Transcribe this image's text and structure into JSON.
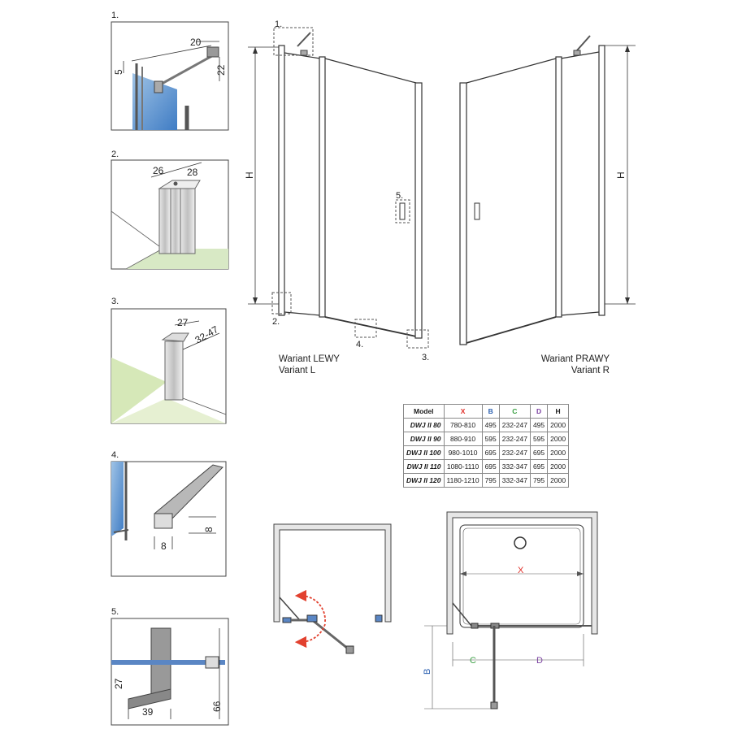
{
  "details": [
    {
      "number": "1.",
      "dims": [
        "20",
        "5",
        "22"
      ]
    },
    {
      "number": "2.",
      "dims": [
        "26",
        "28"
      ]
    },
    {
      "number": "3.",
      "dims": [
        "27",
        "32-47"
      ]
    },
    {
      "number": "4.",
      "dims": [
        "8",
        "8"
      ]
    },
    {
      "number": "5.",
      "dims": [
        "27",
        "39",
        "66"
      ]
    }
  ],
  "elevation": {
    "height_label": "H",
    "callouts": [
      "1.",
      "2.",
      "3.",
      "4.",
      "5."
    ],
    "variant_left": {
      "line1": "Wariant LEWY",
      "line2": "Variant L"
    },
    "variant_right": {
      "line1": "Wariant PRAWY",
      "line2": "Variant R"
    }
  },
  "table": {
    "headers": [
      "Model",
      "X",
      "B",
      "C",
      "D",
      "H"
    ],
    "header_colors": {
      "X": "#e0302a",
      "B": "#2a5fb0",
      "C": "#3aa043",
      "D": "#7a3fa0",
      "H": "#222222"
    },
    "rows": [
      [
        "DWJ II 80",
        "780-810",
        "495",
        "232-247",
        "495",
        "2000"
      ],
      [
        "DWJ II 90",
        "880-910",
        "595",
        "232-247",
        "595",
        "2000"
      ],
      [
        "DWJ II 100",
        "980-1010",
        "695",
        "232-247",
        "695",
        "2000"
      ],
      [
        "DWJ II 110",
        "1080-1110",
        "695",
        "332-347",
        "695",
        "2000"
      ],
      [
        "DWJ II 120",
        "1180-1210",
        "795",
        "332-347",
        "795",
        "2000"
      ]
    ]
  },
  "plan": {
    "x_label": "X",
    "b_label": "B",
    "c_label": "C",
    "d_label": "D"
  }
}
